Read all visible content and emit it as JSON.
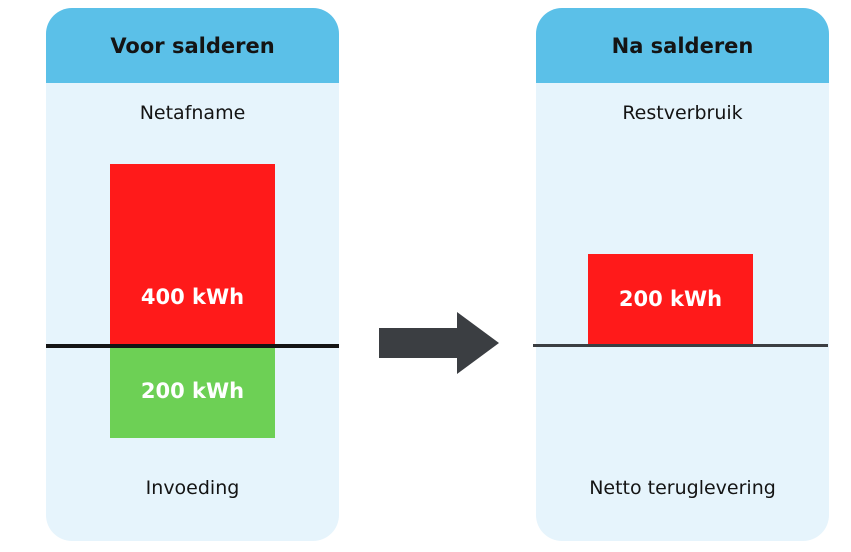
{
  "colors": {
    "header": "#5bc0e8",
    "panel": "#e6f4fc",
    "consumption": "#ff1a1a",
    "feed_in": "#6dd055",
    "arrow": "#3b3e42"
  },
  "before": {
    "title": "Voor salderen",
    "top_label": "Netafname",
    "bottom_label": "Invoeding",
    "consumption_label": "400 kWh",
    "consumption_kwh": 400,
    "feed_in_label": "200 kWh",
    "feed_in_kwh": 200
  },
  "after": {
    "title": "Na salderen",
    "top_label": "Restverbruik",
    "bottom_label": "Netto teruglevering",
    "remaining_label": "200 kWh",
    "remaining_kwh": 200
  },
  "arrow_icon": "arrow-right-icon"
}
